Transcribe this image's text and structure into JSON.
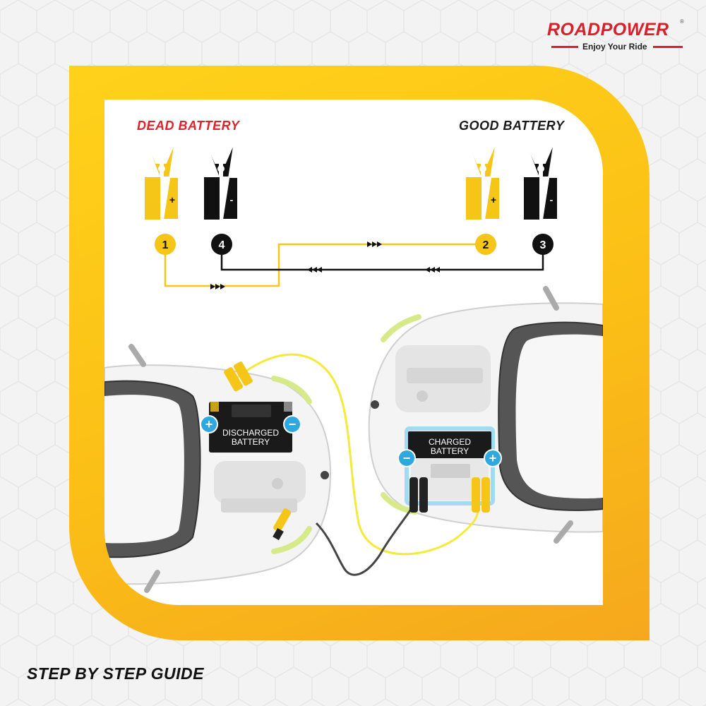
{
  "brand": {
    "name": "ROADPOWER",
    "registered": "®",
    "tagline": "Enjoy Your Ride",
    "color": "#d8202a"
  },
  "headings": {
    "dead": "DEAD BATTERY",
    "good": "GOOD BATTERY"
  },
  "steps": [
    "1",
    "4",
    "2",
    "3"
  ],
  "clamp_signs": {
    "positive": "+",
    "negative": "-"
  },
  "batteries": {
    "discharged": [
      "DISCHARGED",
      "BATTERY"
    ],
    "charged": [
      "CHARGED",
      "BATTERY"
    ]
  },
  "terminal_signs": {
    "positive": "+",
    "negative": "−"
  },
  "footer": "STEP BY STEP GUIDE",
  "colors": {
    "frame": "#fbbf16",
    "positive_cable": "#f5c518",
    "negative_cable": "#111111",
    "terminal": "#2fa8e0",
    "dead_heading": "#e0222a"
  }
}
